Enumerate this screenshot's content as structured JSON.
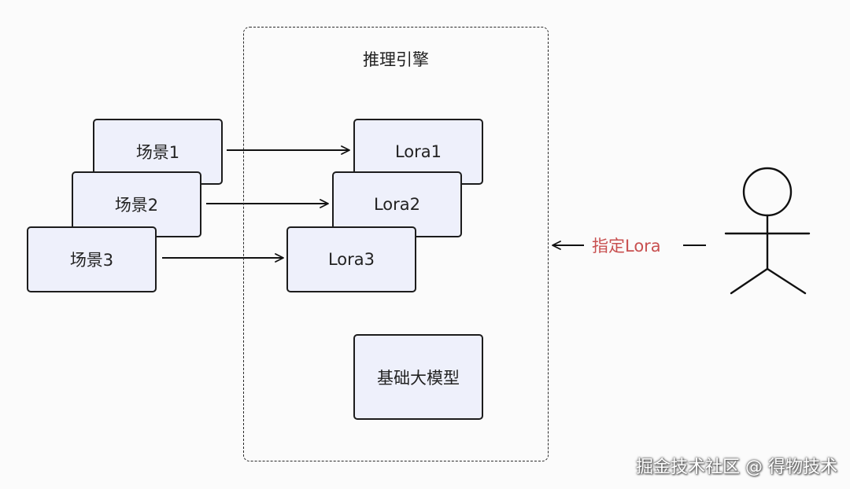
{
  "engine": {
    "title": "推理引擎"
  },
  "scenes": [
    {
      "label": "场景1"
    },
    {
      "label": "场景2"
    },
    {
      "label": "场景3"
    }
  ],
  "loras": [
    {
      "label": "Lora1"
    },
    {
      "label": "Lora2"
    },
    {
      "label": "Lora3"
    }
  ],
  "base_model": {
    "label": "基础大模型"
  },
  "user_hint": {
    "label": "指定Lora"
  },
  "watermark": {
    "text": "掘金技术社区 @ 得物技术"
  },
  "colors": {
    "box_fill": "#eef0fb",
    "stroke": "#1c1c1c",
    "hint": "#c85050",
    "background": "#fbfbfb"
  }
}
